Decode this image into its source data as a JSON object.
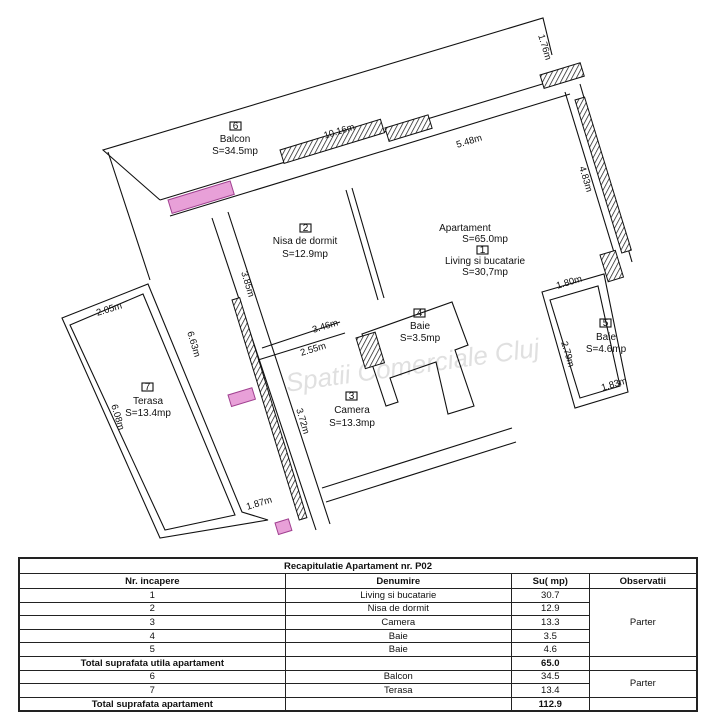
{
  "plan": {
    "watermark": "Spatii Comerciale Cluj",
    "rooms": [
      {
        "nr": "6",
        "name": "Balcon",
        "area": "S=34.5mp"
      },
      {
        "nr": "2",
        "name": "Nisa de dormit",
        "area": "S=12.9mp"
      },
      {
        "nr": "1",
        "name": "Living si bucatarie",
        "area": "S=30,7mp"
      },
      {
        "nr": "4",
        "name": "Baie",
        "area": "S=3.5mp"
      },
      {
        "nr": "5",
        "name": "Baie",
        "area": "S=4.6mp"
      },
      {
        "nr": "3",
        "name": "Camera",
        "area": "S=13.3mp"
      },
      {
        "nr": "7",
        "name": "Terasa",
        "area": "S=13.4mp"
      }
    ],
    "apartment": {
      "label": "Apartament",
      "area": "S=65.0mp"
    },
    "dimensions": [
      "10.16m",
      "5.48m",
      "1.76m",
      "4.83m",
      "3.85m",
      "3.46m",
      "2.55m",
      "1.80m",
      "2.79m",
      "1.83m",
      "3.72m",
      "1.87m",
      "6.63m",
      "6.08m",
      "2.05m"
    ]
  },
  "table": {
    "title": "Recapitulatie Apartament nr. P02",
    "headers": [
      "Nr. incapere",
      "Denumire",
      "Su( mp)",
      "Observatii"
    ],
    "rows": [
      {
        "nr": "1",
        "name": "Living si bucatarie",
        "su": "30.7"
      },
      {
        "nr": "2",
        "name": "Nisa de dormit",
        "su": "12.9"
      },
      {
        "nr": "3",
        "name": "Camera",
        "su": "13.3"
      },
      {
        "nr": "4",
        "name": "Baie",
        "su": "3.5"
      },
      {
        "nr": "5",
        "name": "Baie",
        "su": "4.6"
      }
    ],
    "obs1": "Parter",
    "total_util_label": "Total suprafata utila apartament",
    "total_util": "65.0",
    "rows2": [
      {
        "nr": "6",
        "name": "Balcon",
        "su": "34.5"
      },
      {
        "nr": "7",
        "name": "Terasa",
        "su": "13.4"
      }
    ],
    "obs2": "Parter",
    "total_label": "Total suprafata apartament",
    "total": "112.9"
  }
}
